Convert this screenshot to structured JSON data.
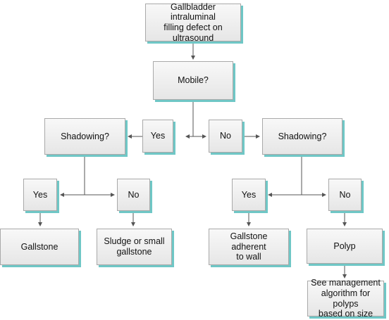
{
  "flowchart": {
    "title": "Gallbladder intraluminal\nfilling defect on\nultrasound",
    "mobile_question": "Mobile?",
    "branch_yes": "Yes",
    "branch_no": "No",
    "left_question": "Shadowing?",
    "right_question": "Shadowing?",
    "left_yes": "Yes",
    "left_no": "No",
    "right_yes": "Yes",
    "right_no": "No",
    "gallstone": "Gallstone",
    "sludge": "Sludge or small\ngallstone",
    "adherent_gallstone": "Gallstone adherent\nto wall",
    "polyp": "Polyp",
    "polyp_management": "See management\nalgorithm for polyps\nbased on size"
  },
  "colors": {
    "node_fill_top": "#f8f8f8",
    "node_fill_bottom": "#e6e6e6",
    "node_border": "#a9a9a9",
    "node_shadow": "#6fc7c6",
    "connector": "#555555"
  }
}
